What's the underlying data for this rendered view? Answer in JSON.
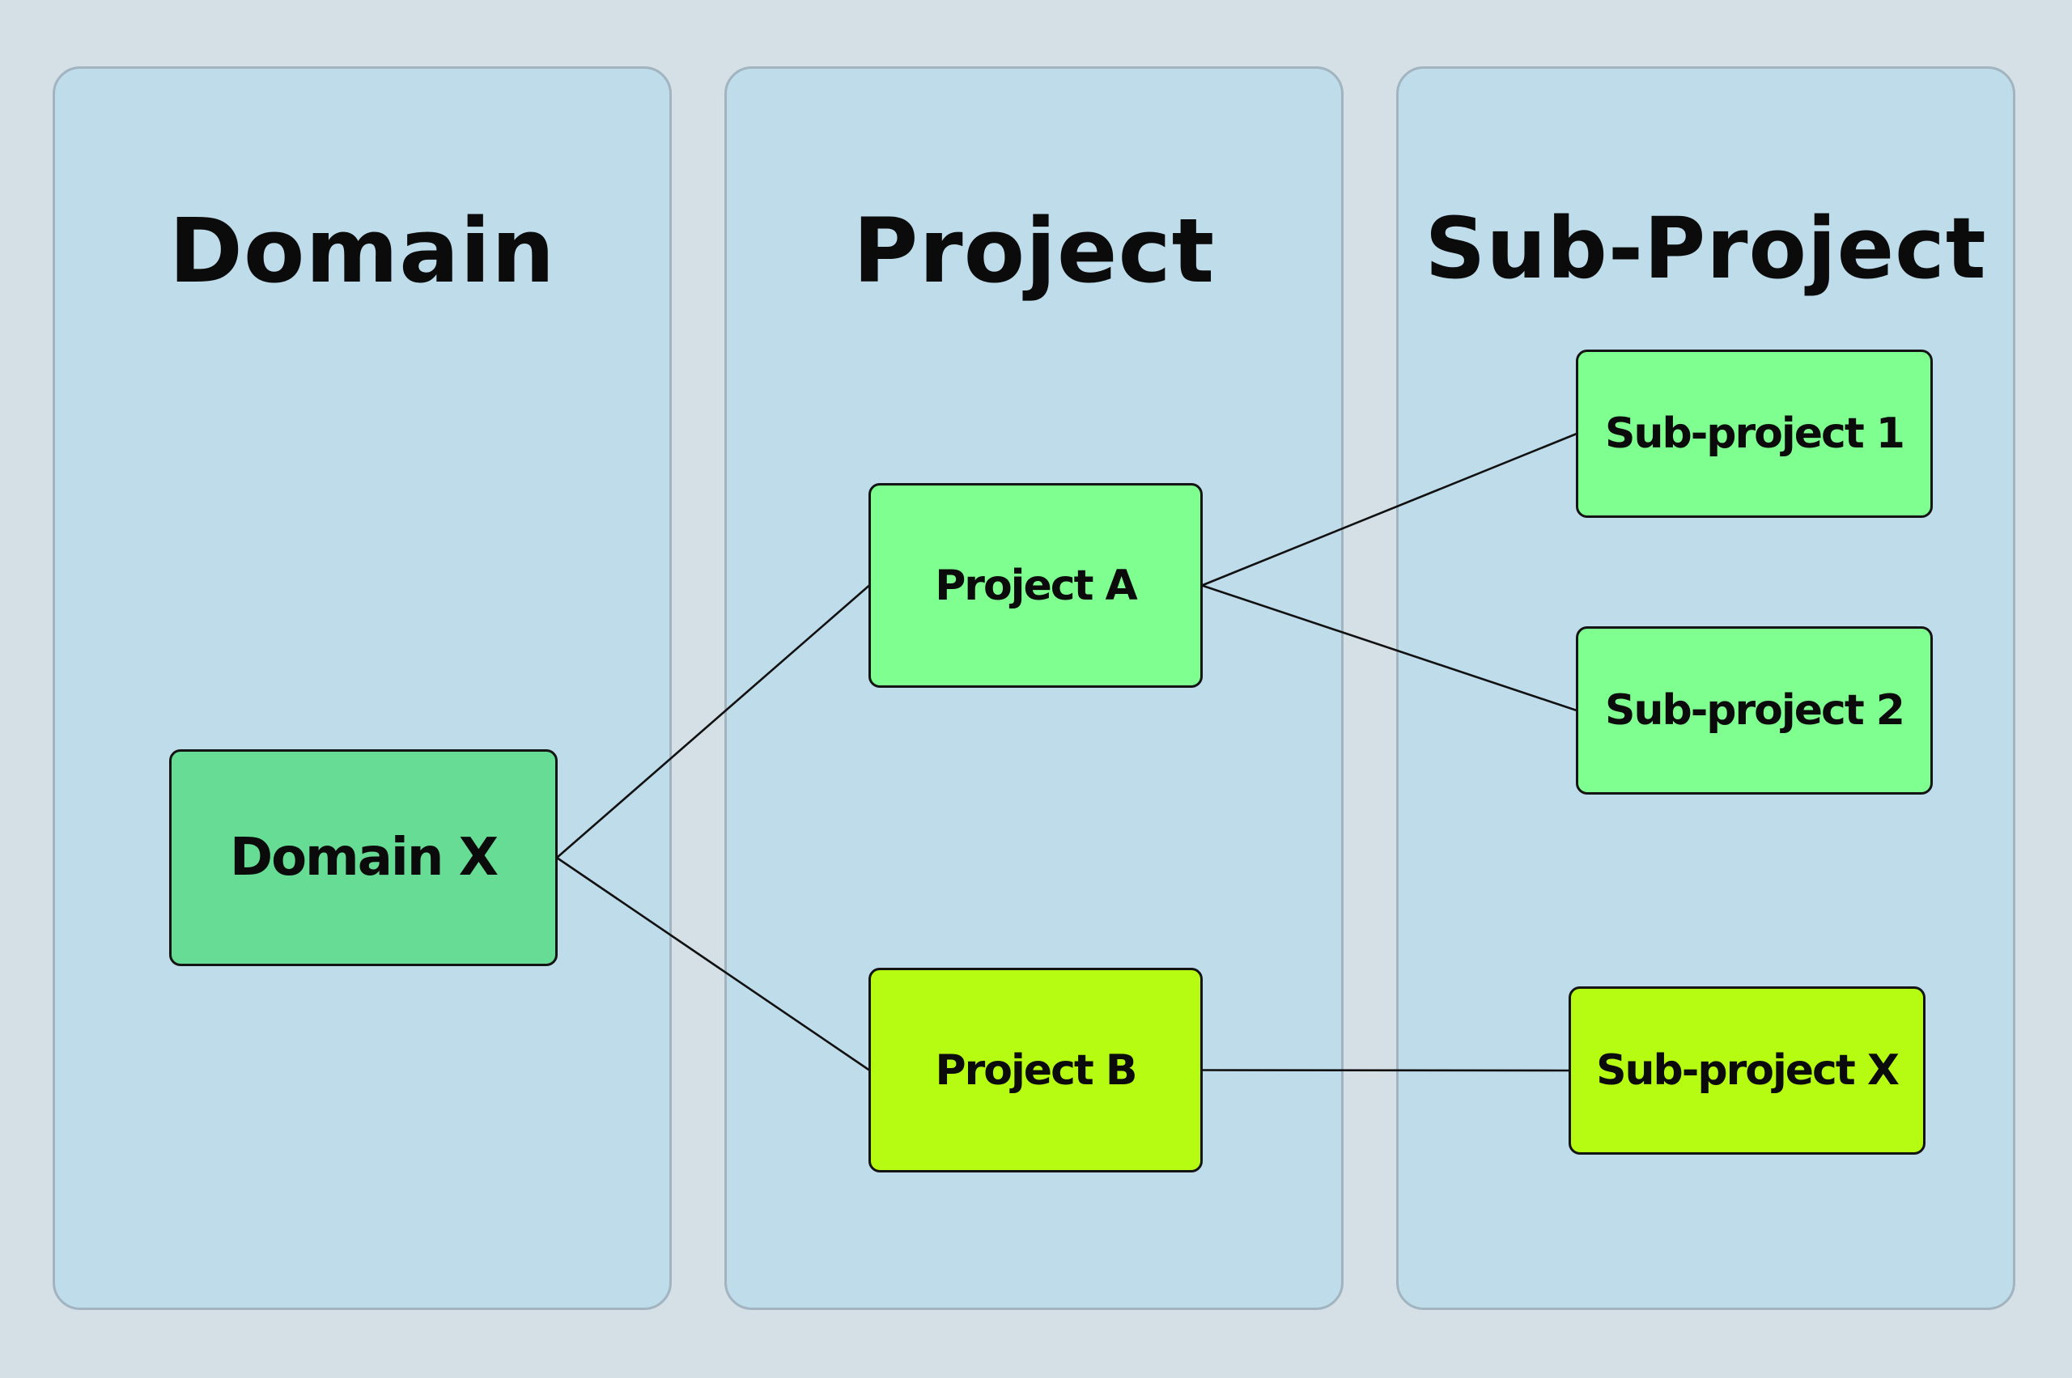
{
  "columns": {
    "domain": {
      "title": "Domain"
    },
    "project": {
      "title": "Project"
    },
    "subproject": {
      "title": "Sub-Project"
    }
  },
  "nodes": {
    "domain_x": {
      "label": "Domain X",
      "color": "#66dc95"
    },
    "project_a": {
      "label": "Project A",
      "color": "#7eff8f"
    },
    "project_b": {
      "label": "Project B",
      "color": "#b6fb12"
    },
    "subproject_1": {
      "label": "Sub-project 1",
      "color": "#7eff8f"
    },
    "subproject_2": {
      "label": "Sub-project 2",
      "color": "#7eff8f"
    },
    "subproject_x": {
      "label": "Sub-project X",
      "color": "#b6fb12"
    }
  },
  "edges": [
    {
      "from": "domain_x",
      "to": "project_a"
    },
    {
      "from": "domain_x",
      "to": "project_b"
    },
    {
      "from": "project_a",
      "to": "subproject_1"
    },
    {
      "from": "project_a",
      "to": "subproject_2"
    },
    {
      "from": "project_b",
      "to": "subproject_x"
    }
  ],
  "colors": {
    "background": "#d5e0e6",
    "column_fill": "#bedcea",
    "column_border": "#a2b4c0",
    "text": "#0b0b0b",
    "line": "#111111"
  }
}
